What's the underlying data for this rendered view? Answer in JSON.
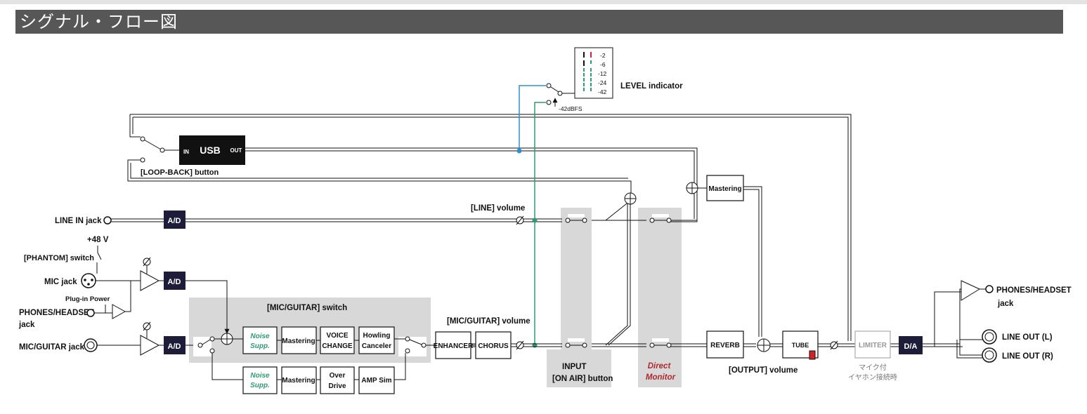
{
  "title": "シグナル・フロー図",
  "inputs": {
    "line_in": "LINE IN jack",
    "phantom_voltage": "+48 V",
    "phantom_switch": "[PHANTOM] switch",
    "mic_jack": "MIC jack",
    "plugin_power": "Plug-in Power",
    "phones_headset_in_1": "PHONES/HEADSET",
    "phones_headset_in_2": "jack",
    "mic_guitar_jack": "MIC/GUITAR jack"
  },
  "usb": {
    "label": "USB",
    "in": "IN",
    "out": "OUT",
    "loopback": "[LOOP-BACK] button"
  },
  "converters": {
    "ad": "A/D",
    "da": "D/A"
  },
  "level": {
    "title": "LEVEL indicator",
    "ticks": [
      "-2",
      "-6",
      "-12",
      "-24",
      "-42"
    ],
    "threshold": "-42dBFS",
    "colors": {
      "red": "#d2232a",
      "green": "#2e9b74",
      "monitor_line": "#2e9b74",
      "usb_line": "#2f8fd0"
    }
  },
  "mic_guitar": {
    "switch_label": "[MIC/GUITAR] switch",
    "path1": [
      "Noise Supp.",
      "Mastering",
      "VOICE CHANGE",
      "Howling Canceler"
    ],
    "path2": [
      "Noise Supp.",
      "Mastering",
      "Over Drive",
      "AMP Sim"
    ],
    "noise_1": "Noise",
    "noise_2": "Supp.",
    "voice_1": "VOICE",
    "voice_2": "CHANGE",
    "howl_1": "Howling",
    "howl_2": "Canceler",
    "over_1": "Over",
    "over_2": "Drive",
    "mastering": "Mastering",
    "amp_sim": "AMP Sim",
    "volume": "[MIC/GUITAR] volume"
  },
  "effects": {
    "enhancer": "ENHANCER",
    "chorus": "CHORUS",
    "reverb": "REVERB",
    "tube": "TUBE",
    "limiter": "LIMITER",
    "mastering": "Mastering"
  },
  "volumes": {
    "line": "[LINE] volume",
    "output": "[OUTPUT] volume"
  },
  "buttons": {
    "input_1": "INPUT",
    "input_2": "[ON AIR] button",
    "direct_1": "Direct",
    "direct_2": "Monitor"
  },
  "limiter_note": {
    "line1": "マイク付",
    "line2": "イヤホン接続時"
  },
  "outputs": {
    "phones_1": "PHONES/HEADSET",
    "phones_2": "jack",
    "line_out_l": "LINE OUT (L)",
    "line_out_r": "LINE OUT (R)"
  }
}
